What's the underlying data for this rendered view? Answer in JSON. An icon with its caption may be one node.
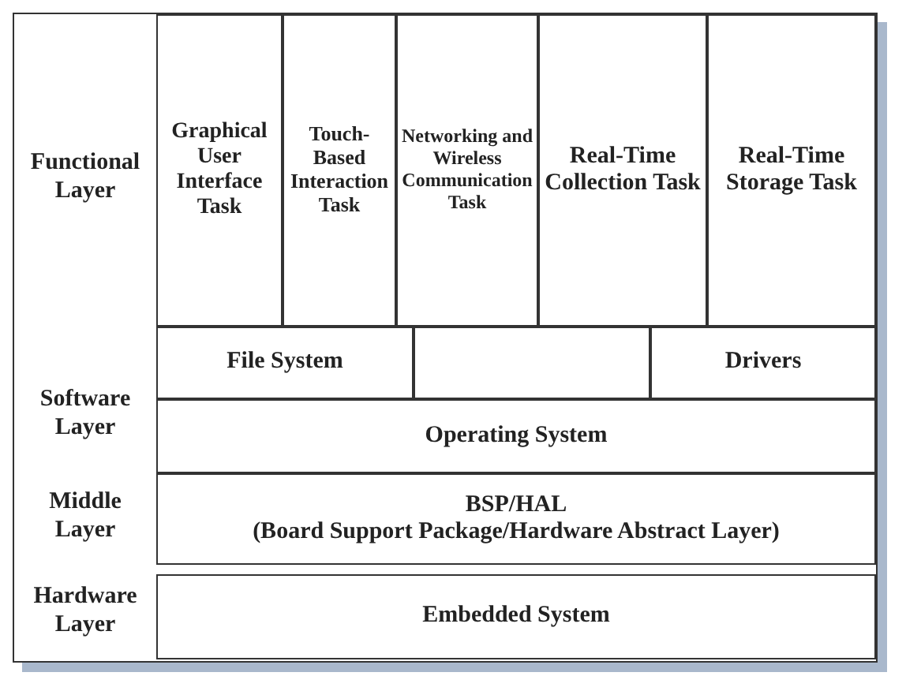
{
  "diagram": {
    "nodes": [
      {
        "text": [],
        "shape": "box"
      },
      {
        "text": [
          "Graphical User Interface Task"
        ],
        "in": 0
      },
      {
        "text": [
          "Touch-Based Interaction Task"
        ],
        "in": 0
      },
      {
        "text": [
          "Networking and Wireless Communication Task"
        ],
        "in": 0
      },
      {
        "text": [
          "Real-Time Collection Task"
        ],
        "in": 0
      },
      {
        "text": [
          "Real-Time Storage Task"
        ],
        "in": 0
      },
      {
        "text": [
          "File System"
        ],
        "in": 0
      },
      {
        "text": [],
        "shape": "box",
        "in": 0
      },
      {
        "text": [
          "Drivers"
        ],
        "in": 0
      },
      {
        "text": [
          "Operating System"
        ],
        "in": 0
      },
      {
        "text": [
          "BSP/HAL",
          "(Board Support Package/Hardware Abstract Layer)"
        ],
        "in": 0
      },
      {
        "text": [
          "Embedded System"
        ],
        "in": 0
      }
    ],
    "labels": [
      "Functional Layer",
      "Software Layer",
      "Middle Layer",
      "Hardware Layer"
    ]
  }
}
